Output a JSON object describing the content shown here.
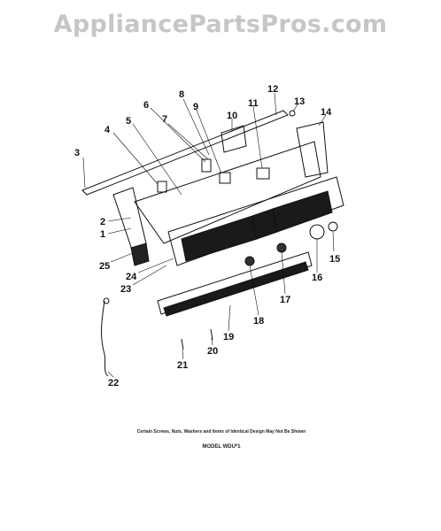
{
  "watermark": "AppliancePartsPros.com",
  "footnote": "Certain Screws, Nuts, Washers and Items of Identical Design May Not Be Shown",
  "model_label": "MODEL WDU*1",
  "callouts": [
    "1",
    "2",
    "3",
    "4",
    "5",
    "6",
    "7",
    "8",
    "9",
    "10",
    "11",
    "12",
    "13",
    "14",
    "15",
    "16",
    "17",
    "18",
    "19",
    "20",
    "21",
    "22",
    "23",
    "24",
    "25"
  ]
}
